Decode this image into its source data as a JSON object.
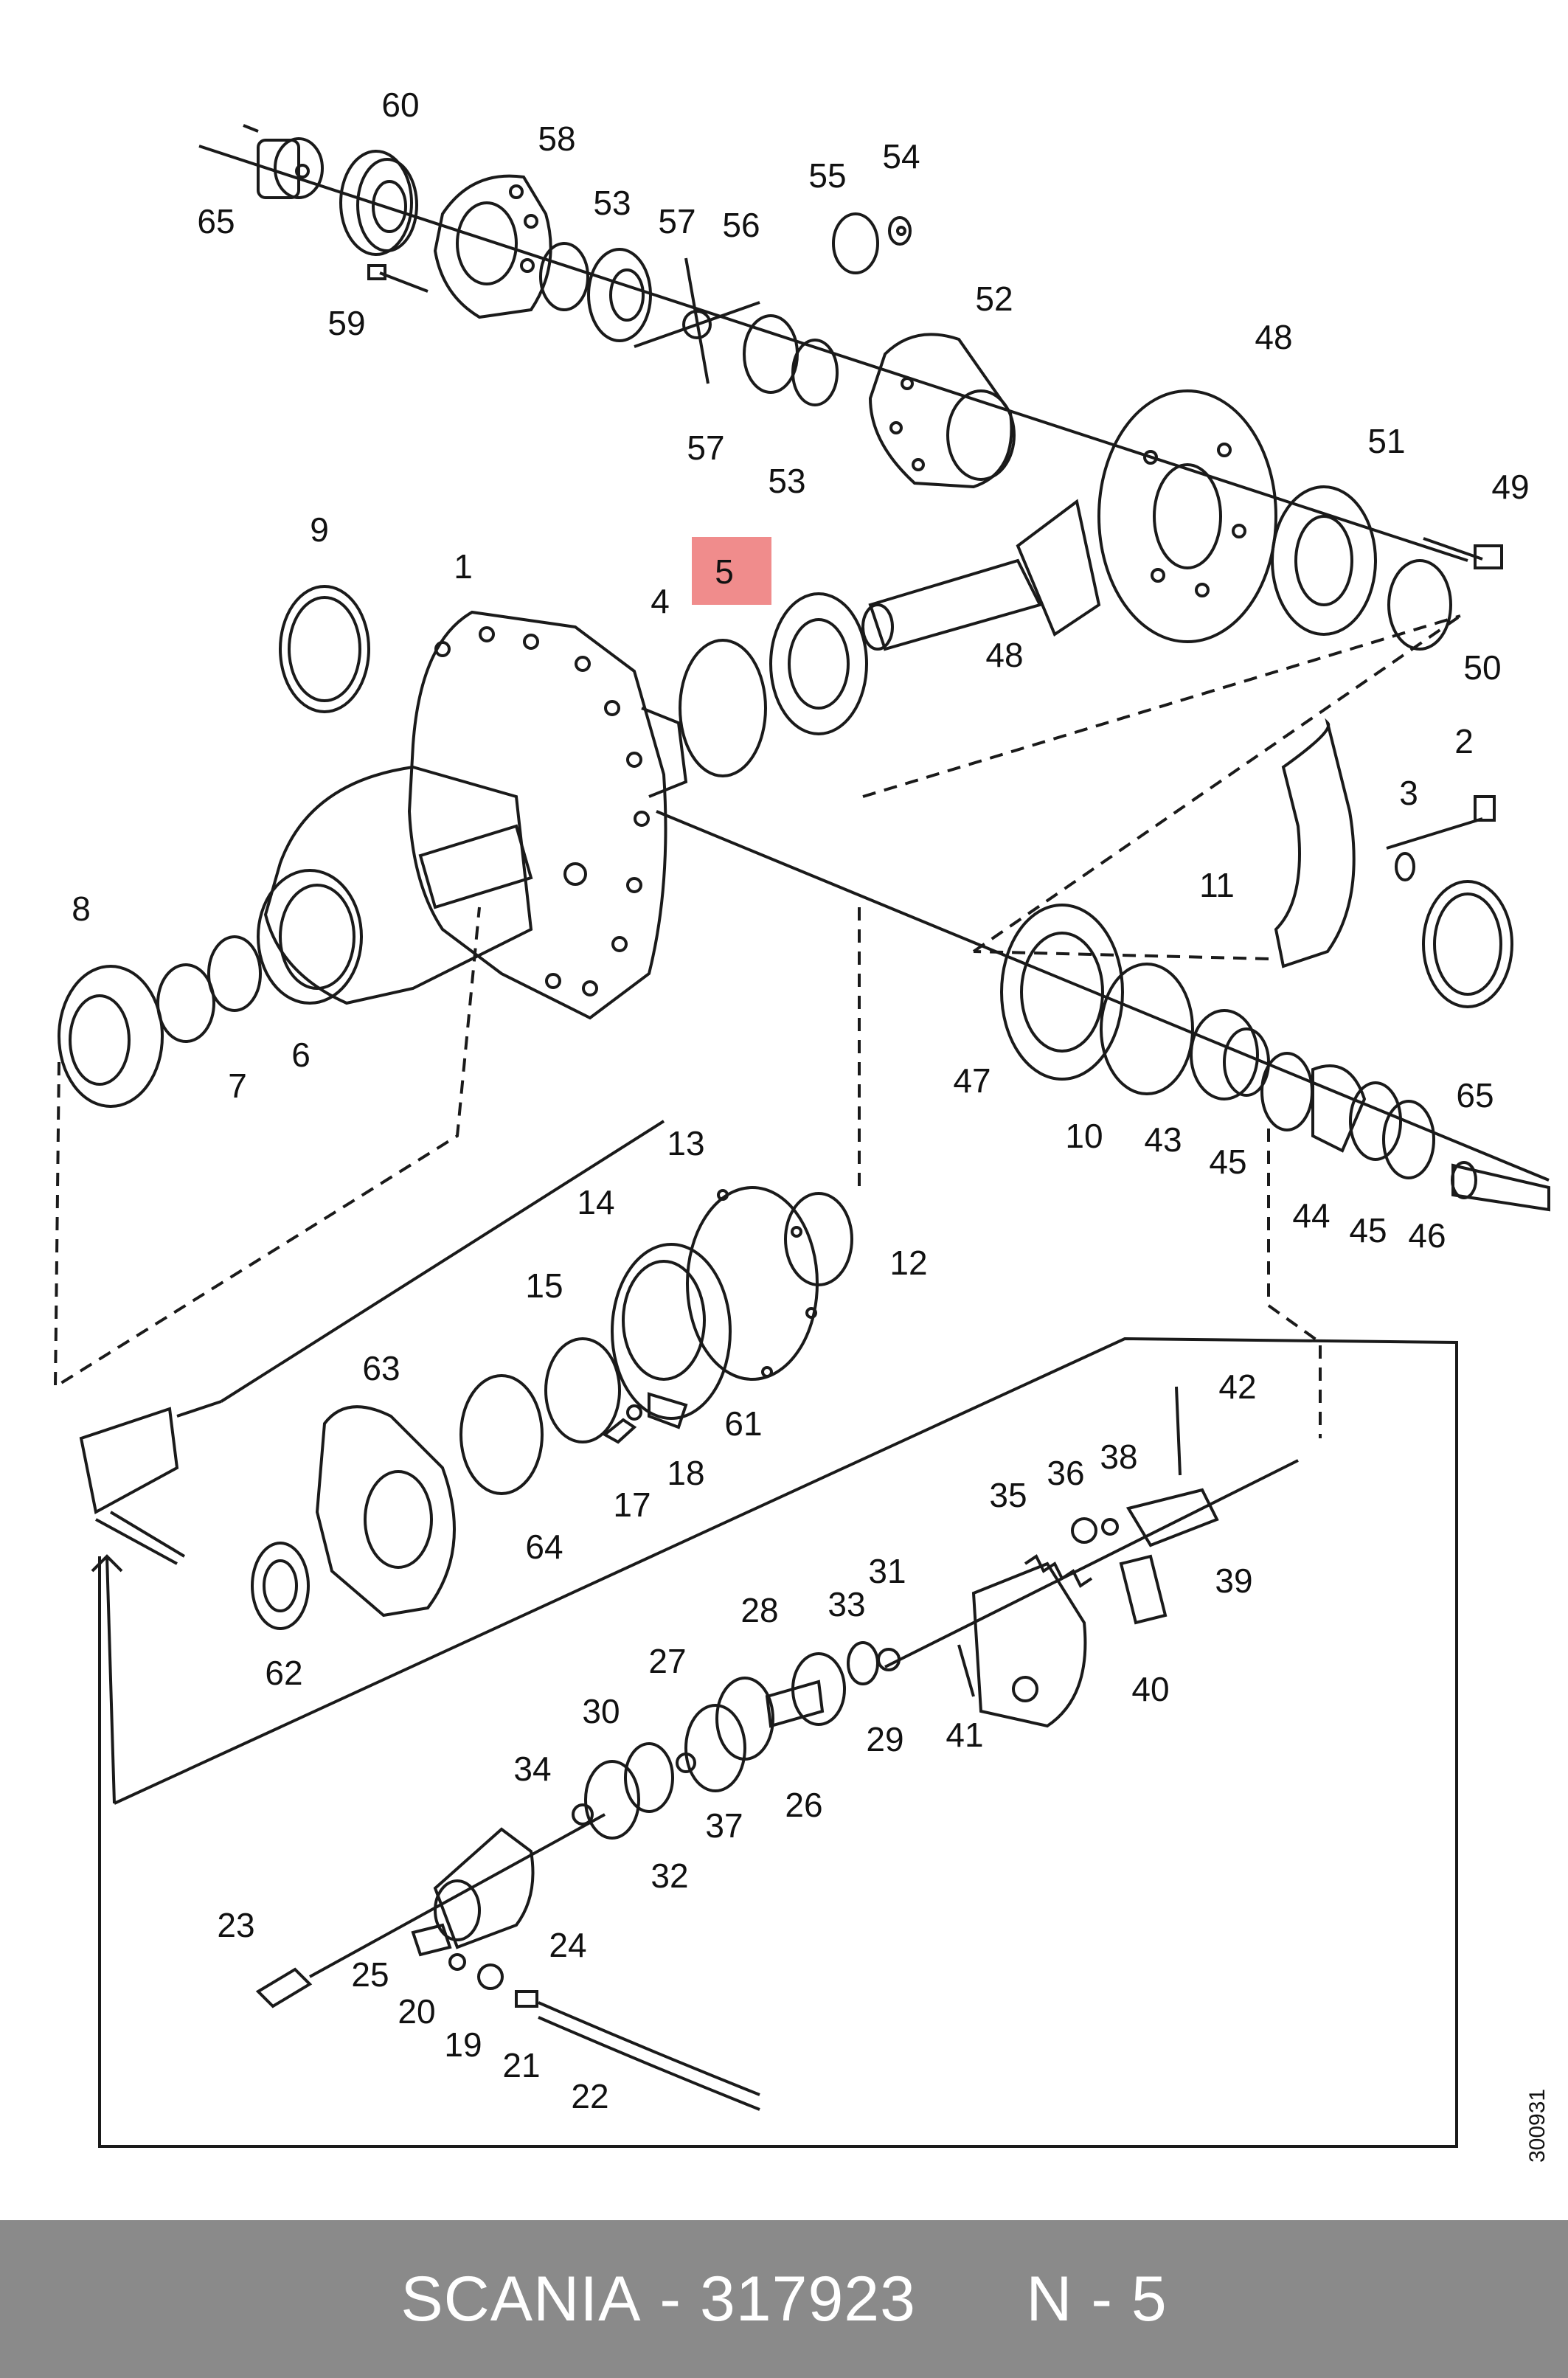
{
  "highlight": {
    "label": "5",
    "color": "#f08c8c"
  },
  "part_labels": [
    "60",
    "58",
    "65",
    "53",
    "57",
    "56",
    "55",
    "54",
    "59",
    "52",
    "48",
    "57",
    "53",
    "51",
    "49",
    "9",
    "1",
    "5",
    "4",
    "48",
    "50",
    "2",
    "3",
    "11",
    "8",
    "47",
    "10",
    "43",
    "45",
    "65",
    "7",
    "6",
    "13",
    "14",
    "12",
    "44",
    "45",
    "46",
    "15",
    "42",
    "63",
    "61",
    "36",
    "38",
    "35",
    "18",
    "17",
    "64",
    "39",
    "31",
    "28",
    "33",
    "40",
    "62",
    "27",
    "41",
    "30",
    "29",
    "34",
    "37",
    "26",
    "32",
    "23",
    "24",
    "25",
    "20",
    "19",
    "21",
    "22"
  ],
  "doc_id": "300931",
  "footer": {
    "brand": "SCANIA",
    "separator": " - ",
    "part_number": "317923",
    "ref": "N - 5"
  },
  "colors": {
    "line": "#1a1a1a",
    "footer_bg": "#8a8a8a",
    "footer_text": "#ffffff"
  }
}
